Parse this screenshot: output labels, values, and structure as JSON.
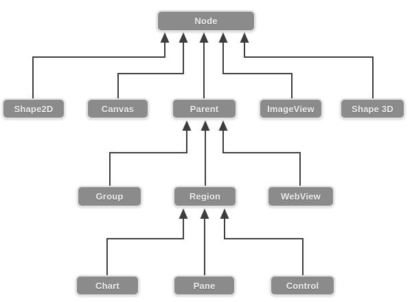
{
  "diagram": {
    "nodes": [
      {
        "id": "node",
        "label": "Node"
      },
      {
        "id": "shape2d",
        "label": "Shape2D"
      },
      {
        "id": "canvas",
        "label": "Canvas"
      },
      {
        "id": "parent",
        "label": "Parent"
      },
      {
        "id": "imageview",
        "label": "ImageView"
      },
      {
        "id": "shape3d",
        "label": "Shape 3D"
      },
      {
        "id": "group",
        "label": "Group"
      },
      {
        "id": "region",
        "label": "Region"
      },
      {
        "id": "webview",
        "label": "WebView"
      },
      {
        "id": "chart",
        "label": "Chart"
      },
      {
        "id": "pane",
        "label": "Pane"
      },
      {
        "id": "control",
        "label": "Control"
      }
    ],
    "edges": [
      {
        "from": "Shape2D",
        "to": "Node",
        "relation": "extends"
      },
      {
        "from": "Canvas",
        "to": "Node",
        "relation": "extends"
      },
      {
        "from": "Parent",
        "to": "Node",
        "relation": "extends"
      },
      {
        "from": "ImageView",
        "to": "Node",
        "relation": "extends"
      },
      {
        "from": "Shape 3D",
        "to": "Node",
        "relation": "extends"
      },
      {
        "from": "Group",
        "to": "Parent",
        "relation": "extends"
      },
      {
        "from": "Region",
        "to": "Parent",
        "relation": "extends"
      },
      {
        "from": "WebView",
        "to": "Parent",
        "relation": "extends"
      },
      {
        "from": "Chart",
        "to": "Region",
        "relation": "extends"
      },
      {
        "from": "Pane",
        "to": "Region",
        "relation": "extends"
      },
      {
        "from": "Control",
        "to": "Region",
        "relation": "extends"
      }
    ],
    "colors": {
      "background": "#ffffff",
      "box_fill": "#8b8b8b",
      "box_border": "#e3e3e3",
      "box_text": "#eeeeee",
      "connector": "#3d3d3d"
    }
  }
}
